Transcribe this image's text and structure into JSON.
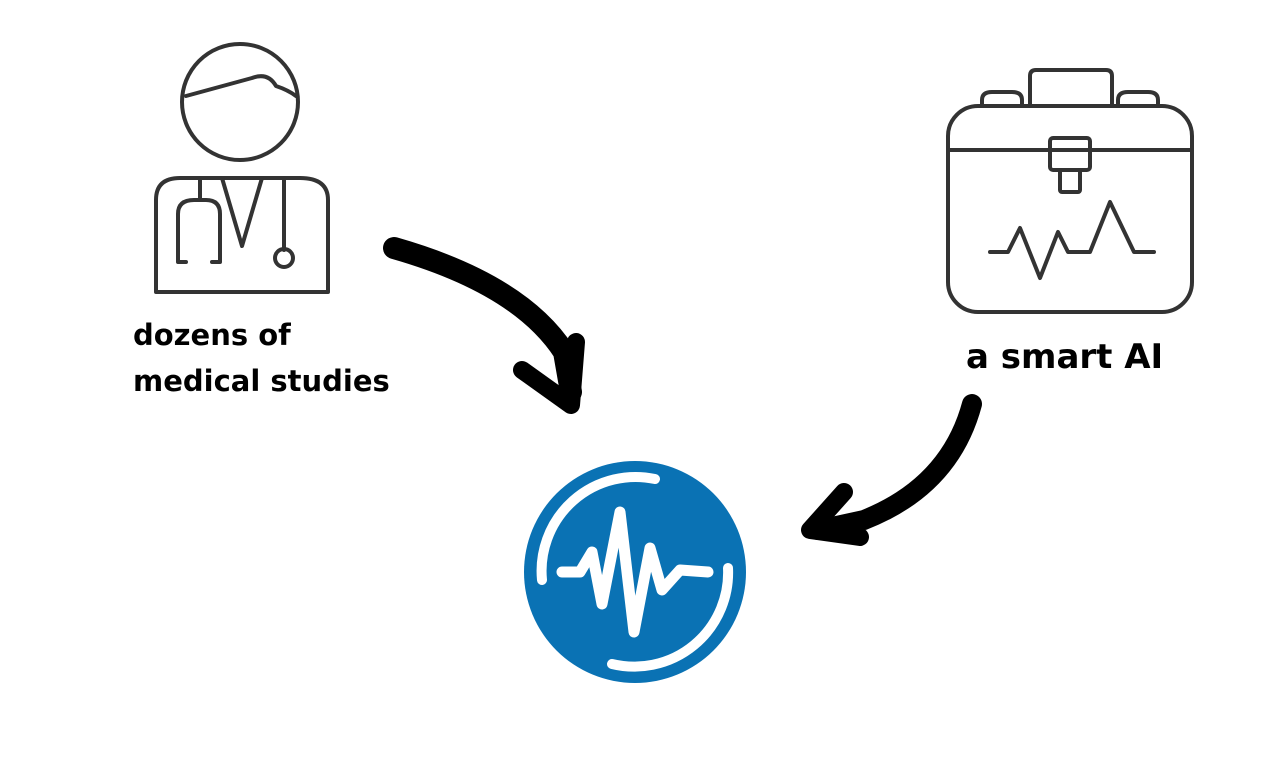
{
  "diagram": {
    "left_node": {
      "icon": "doctor-icon",
      "label_lines": [
        "dozens of",
        "medical studies"
      ]
    },
    "right_node": {
      "icon": "medical-case-icon",
      "label": "a smart AI"
    },
    "center_node": {
      "icon": "pulse-logo-icon"
    }
  },
  "colors": {
    "outline": "#333333",
    "arrow": "#000000",
    "logo_blue": "#0a72b4",
    "logo_wave": "#ffffff"
  }
}
